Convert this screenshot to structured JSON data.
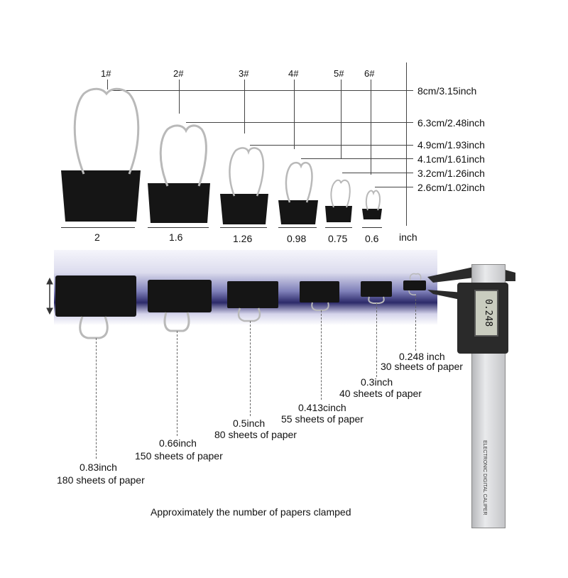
{
  "clips": [
    {
      "id": "1#",
      "size": "8cm/3.15inch",
      "width": "2"
    },
    {
      "id": "2#",
      "size": "6.3cm/2.48inch",
      "width": "1.6"
    },
    {
      "id": "3#",
      "size": "4.9cm/1.93inch",
      "width": "1.26"
    },
    {
      "id": "4#",
      "size": "4.1cm/1.61inch",
      "width": "0.98"
    },
    {
      "id": "5#",
      "size": "3.2cm/1.26inch",
      "width": "0.75"
    },
    {
      "id": "6#",
      "size": "2.6cm/1.02inch",
      "width": "0.6"
    }
  ],
  "width_unit": "inch",
  "capacity": [
    {
      "thickness": "0.83inch",
      "sheets": "180 sheets of paper"
    },
    {
      "thickness": "0.66inch",
      "sheets": "150 sheets of paper"
    },
    {
      "thickness": "0.5inch",
      "sheets": "80 sheets of paper"
    },
    {
      "thickness": "0.413cinch",
      "sheets": "55 sheets of paper"
    },
    {
      "thickness": "0.3inch",
      "sheets": "40 sheets of paper"
    },
    {
      "thickness": "0.248 inch",
      "sheets": "30 sheets of paper"
    }
  ],
  "caliper": {
    "reading": "0.248",
    "brand": "ELECTRONIC DIGITAL CALIPER"
  },
  "caption": "Approximately the number of papers clamped"
}
